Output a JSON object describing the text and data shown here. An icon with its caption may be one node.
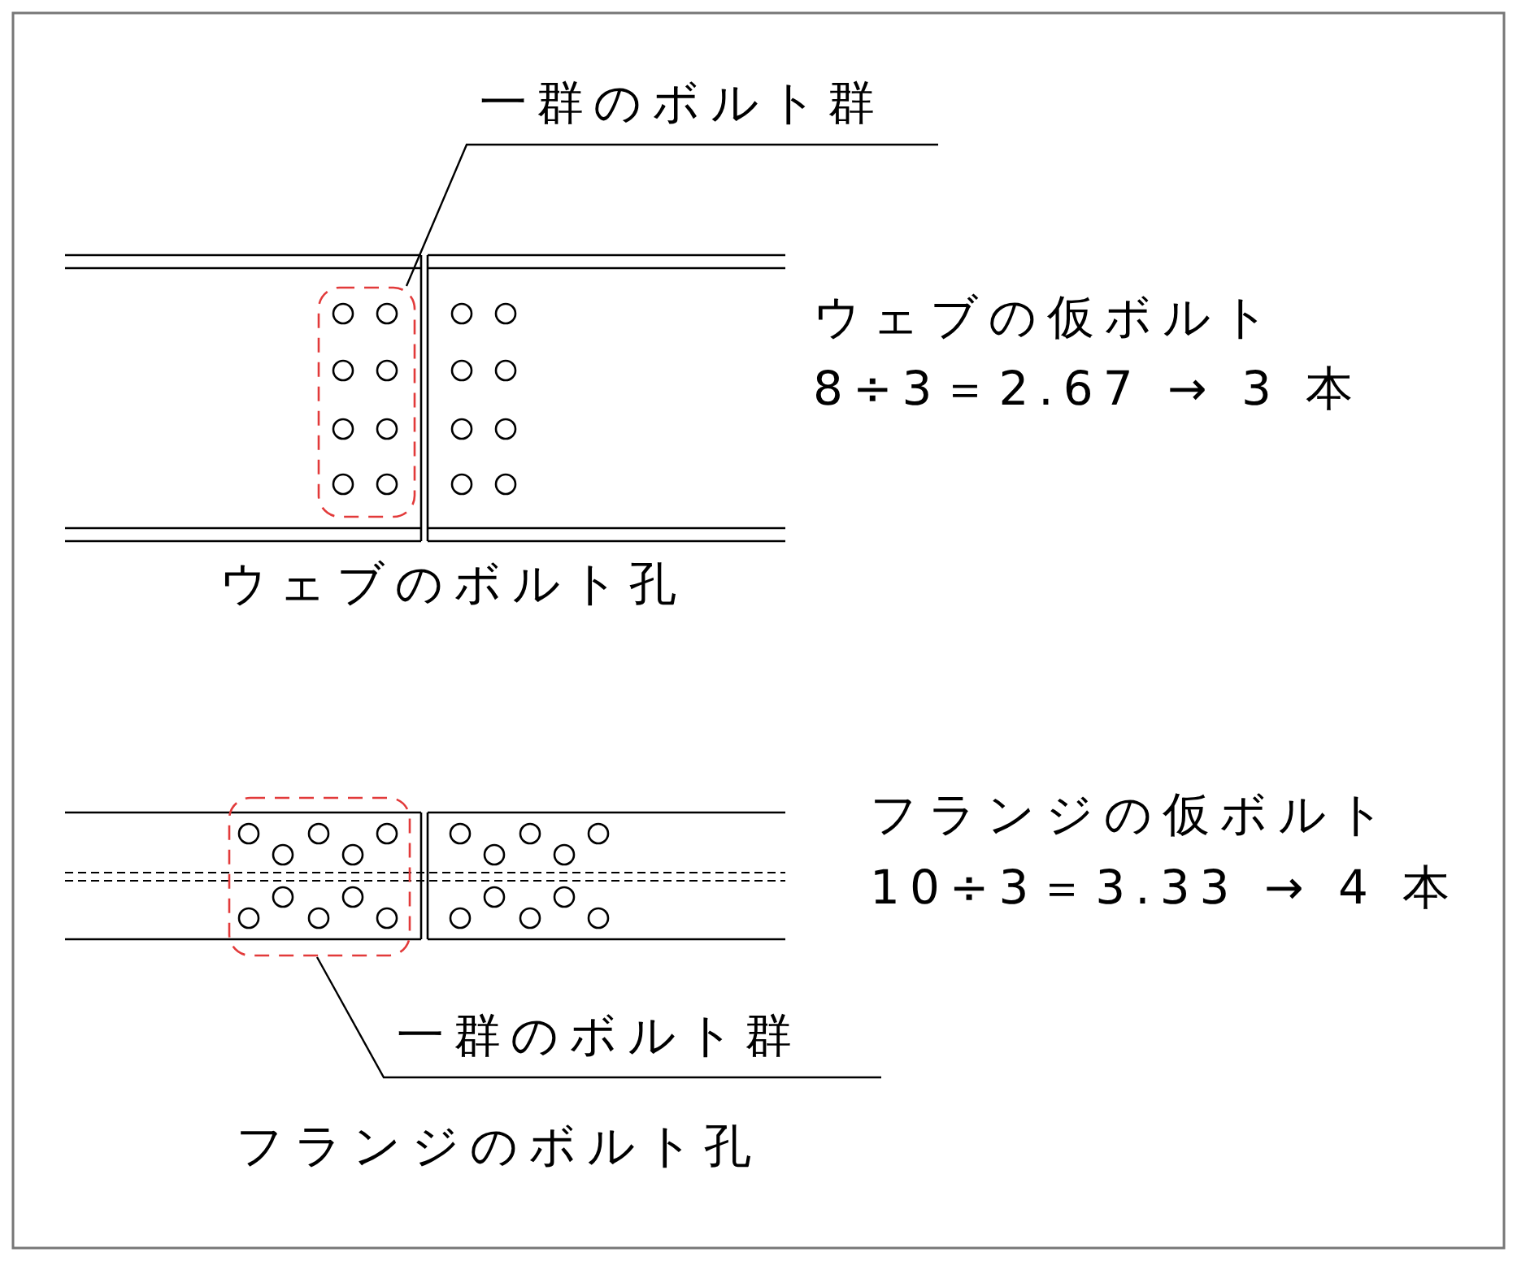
{
  "diagram": {
    "nodes": [
      {
        "text": [
          "一群のボルト群"
        ]
      },
      {
        "text": [],
        "shape": "box"
      },
      {
        "text": [
          "一群のボルト群"
        ]
      },
      {
        "text": [],
        "shape": "box"
      }
    ],
    "edges": [
      {
        "from": 0,
        "to": 1,
        "arrow": "none"
      },
      {
        "from": 2,
        "to": 3,
        "arrow": "none"
      }
    ],
    "labels": [
      "ウェブの仮ボルト",
      "8÷3＝2.67 → 3 本",
      "ウェブのボルト孔",
      "フランジの仮ボルト",
      "10÷3＝3.33 → 4 本",
      "フランジのボルト孔"
    ]
  }
}
